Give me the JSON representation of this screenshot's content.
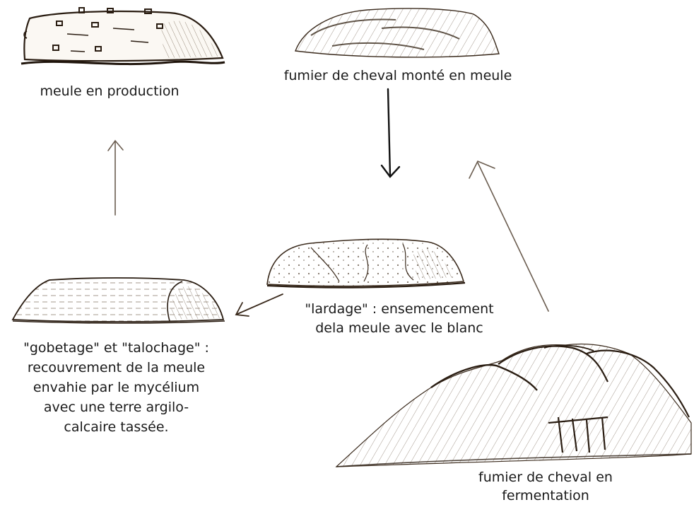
{
  "colors": {
    "ink": "#3a2a1c",
    "hatch": "#5a4530",
    "arrow_dark": "#111111",
    "arrow_light": "#6b5d50",
    "text": "#1a1a1a"
  },
  "nodes": {
    "production": {
      "label": "meule en production"
    },
    "monte": {
      "label": "fumier de cheval monté en meule"
    },
    "lardage": {
      "line1": "\"lardage\" : ensemencement",
      "line2": "dela meule avec le blanc"
    },
    "gobetage": {
      "line1": "\"gobetage\" et \"talochage\" :",
      "line2": "recouvrement de la meule",
      "line3": "envahie par le mycélium",
      "line4": "avec une terre argilo-",
      "line5": "calcaire tassée."
    },
    "fermentation": {
      "line1": "fumier de cheval en",
      "line2": "fermentation"
    }
  }
}
